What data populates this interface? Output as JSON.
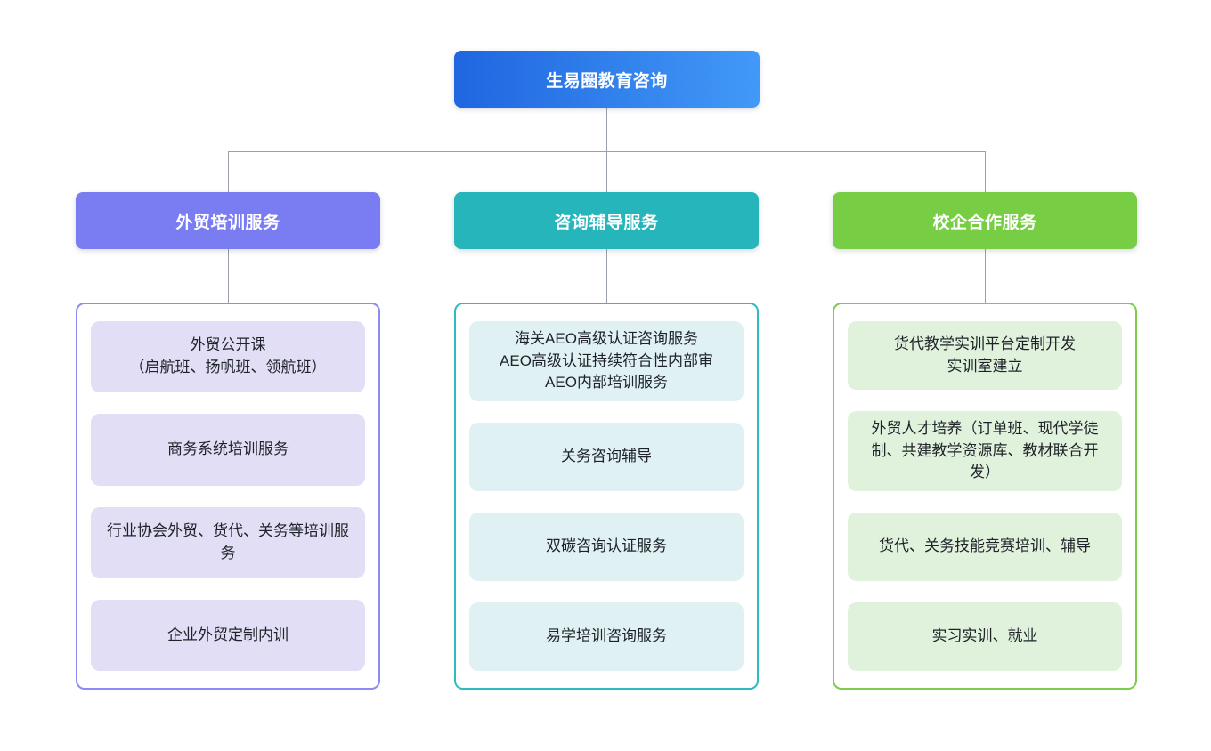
{
  "root": {
    "label": "生易圈教育咨询"
  },
  "branches": [
    {
      "label": "外贸培训服务",
      "items": [
        "外贸公开课\n（启航班、扬帆班、领航班）",
        "商务系统培训服务",
        "行业协会外贸、货代、关务等培训服务",
        "企业外贸定制内训"
      ]
    },
    {
      "label": "咨询辅导服务",
      "items": [
        "海关AEO高级认证咨询服务\nAEO高级认证持续符合性内部审\nAEO内部培训服务",
        "关务咨询辅导",
        "双碳咨询认证服务",
        "易学培训咨询服务"
      ]
    },
    {
      "label": "校企合作服务",
      "items": [
        "货代教学实训平台定制开发\n实训室建立",
        "外贸人才培养（订单班、现代学徒制、共建教学资源库、教材联合开发）",
        "货代、关务技能竞赛培训、辅导",
        "实习实训、就业"
      ]
    }
  ],
  "theme": {
    "root_grad_start": "#1F66E0",
    "root_grad_end": "#4299F7",
    "connector": "#9AA1AB",
    "b1_header": "#7A7DF2",
    "b1_border": "#8D8BF2",
    "b1_item_bg": "#E1DEF5",
    "b2_header": "#26B5BB",
    "b2_border": "#2EBAC2",
    "b2_item_bg": "#DFF1F3",
    "b3_header": "#77CE44",
    "b3_border": "#7CCC4D",
    "b3_item_bg": "#E0F2DC",
    "text_dark": "#1F2329"
  }
}
